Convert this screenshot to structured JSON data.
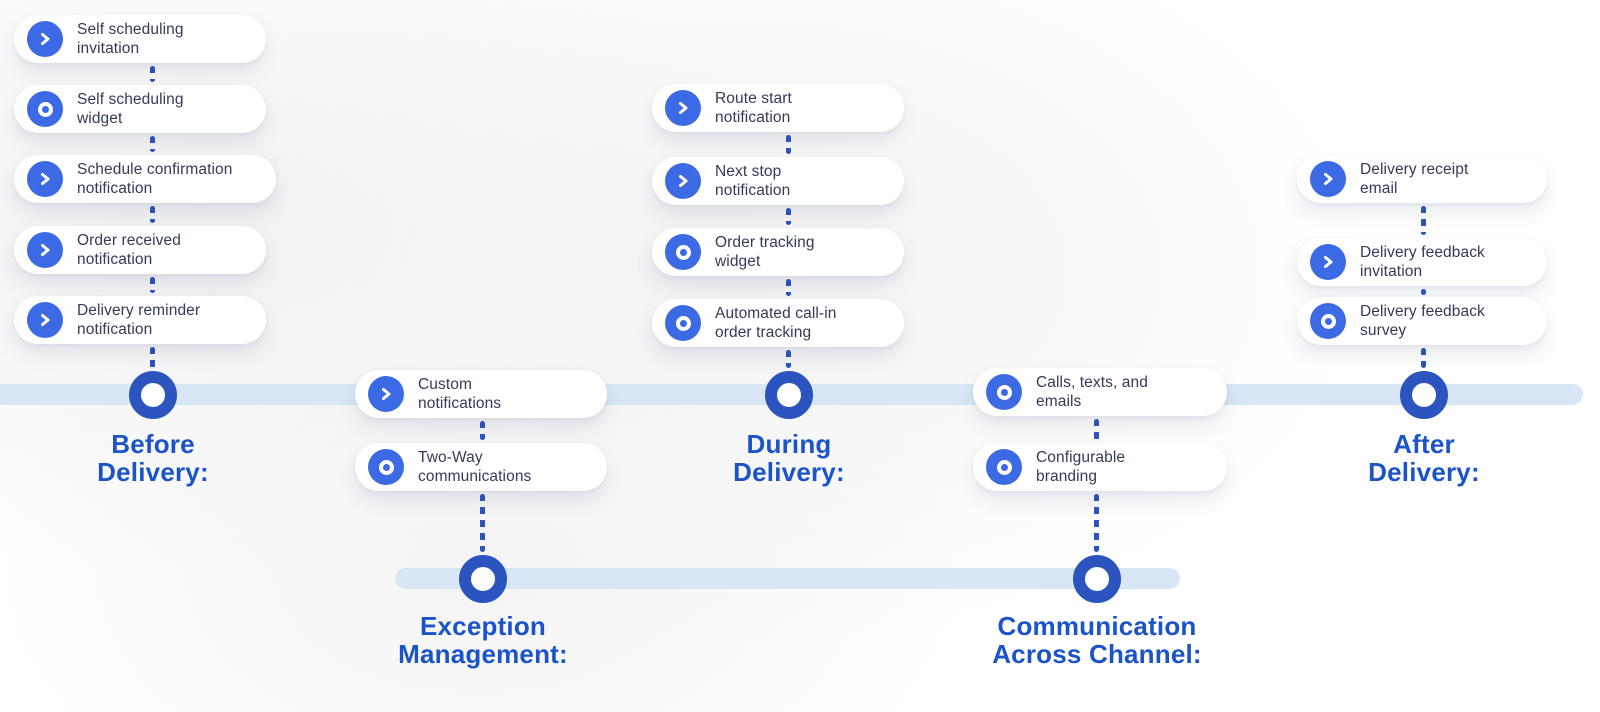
{
  "colors": {
    "icon_blue": "#3C6AE4",
    "milestone_blue": "#2B54BE",
    "title_blue": "#1B53C8",
    "timeline_bar": "#D8E6F6",
    "card_text": "#343B54",
    "card_background": "#FFFFFF"
  },
  "phases": [
    {
      "id": "before-delivery",
      "title_line1": "Before",
      "title_line2": "Delivery:",
      "items": [
        {
          "icon": "chevron-icon",
          "line1": "Self scheduling",
          "line2": "invitation"
        },
        {
          "icon": "ring-icon",
          "line1": "Self scheduling",
          "line2": "widget"
        },
        {
          "icon": "chevron-icon",
          "line1": "Schedule confirmation",
          "line2": "notification"
        },
        {
          "icon": "chevron-icon",
          "line1": "Order received",
          "line2": "notification"
        },
        {
          "icon": "chevron-icon",
          "line1": "Delivery reminder",
          "line2": "notification"
        }
      ]
    },
    {
      "id": "exception-management",
      "title_line1": "Exception",
      "title_line2": "Management:",
      "items": [
        {
          "icon": "chevron-icon",
          "line1": "Custom",
          "line2": "notifications"
        },
        {
          "icon": "ring-icon",
          "line1": "Two-Way",
          "line2": "communications"
        }
      ]
    },
    {
      "id": "during-delivery",
      "title_line1": "During",
      "title_line2": "Delivery:",
      "items": [
        {
          "icon": "chevron-icon",
          "line1": "Route start",
          "line2": "notification"
        },
        {
          "icon": "chevron-icon",
          "line1": "Next stop",
          "line2": "notification"
        },
        {
          "icon": "ring-icon",
          "line1": "Order tracking",
          "line2": "widget"
        },
        {
          "icon": "ring-icon",
          "line1": "Automated call-in",
          "line2": "order tracking"
        }
      ]
    },
    {
      "id": "communication-across-channel",
      "title_line1": "Communication",
      "title_line2": "Across Channel:",
      "items": [
        {
          "icon": "ring-icon",
          "line1": "Calls, texts, and",
          "line2": "emails"
        },
        {
          "icon": "ring-icon",
          "line1": "Configurable",
          "line2": "branding"
        }
      ]
    },
    {
      "id": "after-delivery",
      "title_line1": "After",
      "title_line2": "Delivery:",
      "items": [
        {
          "icon": "chevron-icon",
          "line1": "Delivery receipt",
          "line2": "email"
        },
        {
          "icon": "chevron-icon",
          "line1": "Delivery feedback",
          "line2": "invitation"
        },
        {
          "icon": "ring-icon",
          "line1": "Delivery feedback",
          "line2": "survey"
        }
      ]
    }
  ]
}
